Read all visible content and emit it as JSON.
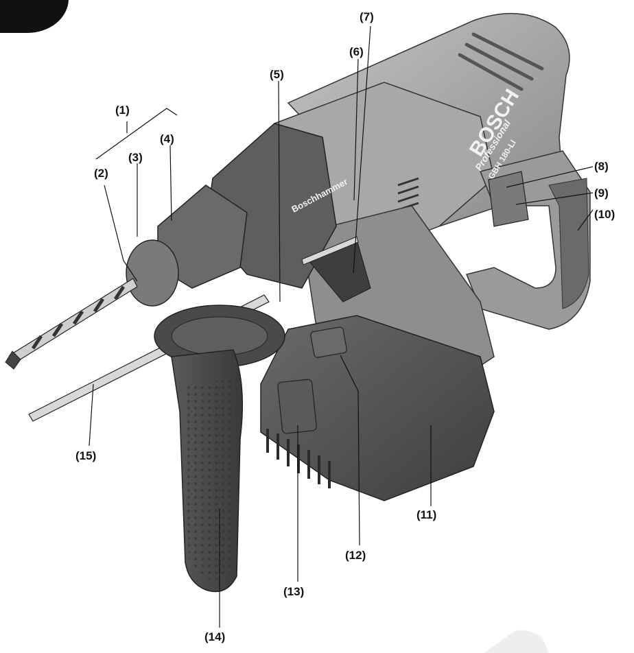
{
  "callouts": [
    {
      "id": "1",
      "label": "(1)"
    },
    {
      "id": "2",
      "label": "(2)"
    },
    {
      "id": "3",
      "label": "(3)"
    },
    {
      "id": "4",
      "label": "(4)"
    },
    {
      "id": "5",
      "label": "(5)"
    },
    {
      "id": "6",
      "label": "(6)"
    },
    {
      "id": "7",
      "label": "(7)"
    },
    {
      "id": "8",
      "label": "(8)"
    },
    {
      "id": "9",
      "label": "(9)"
    },
    {
      "id": "10",
      "label": "(10)"
    },
    {
      "id": "11",
      "label": "(11)"
    },
    {
      "id": "12",
      "label": "(12)"
    },
    {
      "id": "13",
      "label": "(13)"
    },
    {
      "id": "14",
      "label": "(14)"
    },
    {
      "id": "15",
      "label": "(15)"
    }
  ],
  "tool_markings": {
    "brand": "BOSCH",
    "line": "Professional",
    "model": "GBH 180-LI",
    "feature": "Boschhammer"
  },
  "colors": {
    "body_dark": "#4a4a4a",
    "body_mid": "#7a7a7a",
    "body_light": "#a9a9a9",
    "housing_light": "#b8b8b8",
    "outline": "#222222"
  }
}
